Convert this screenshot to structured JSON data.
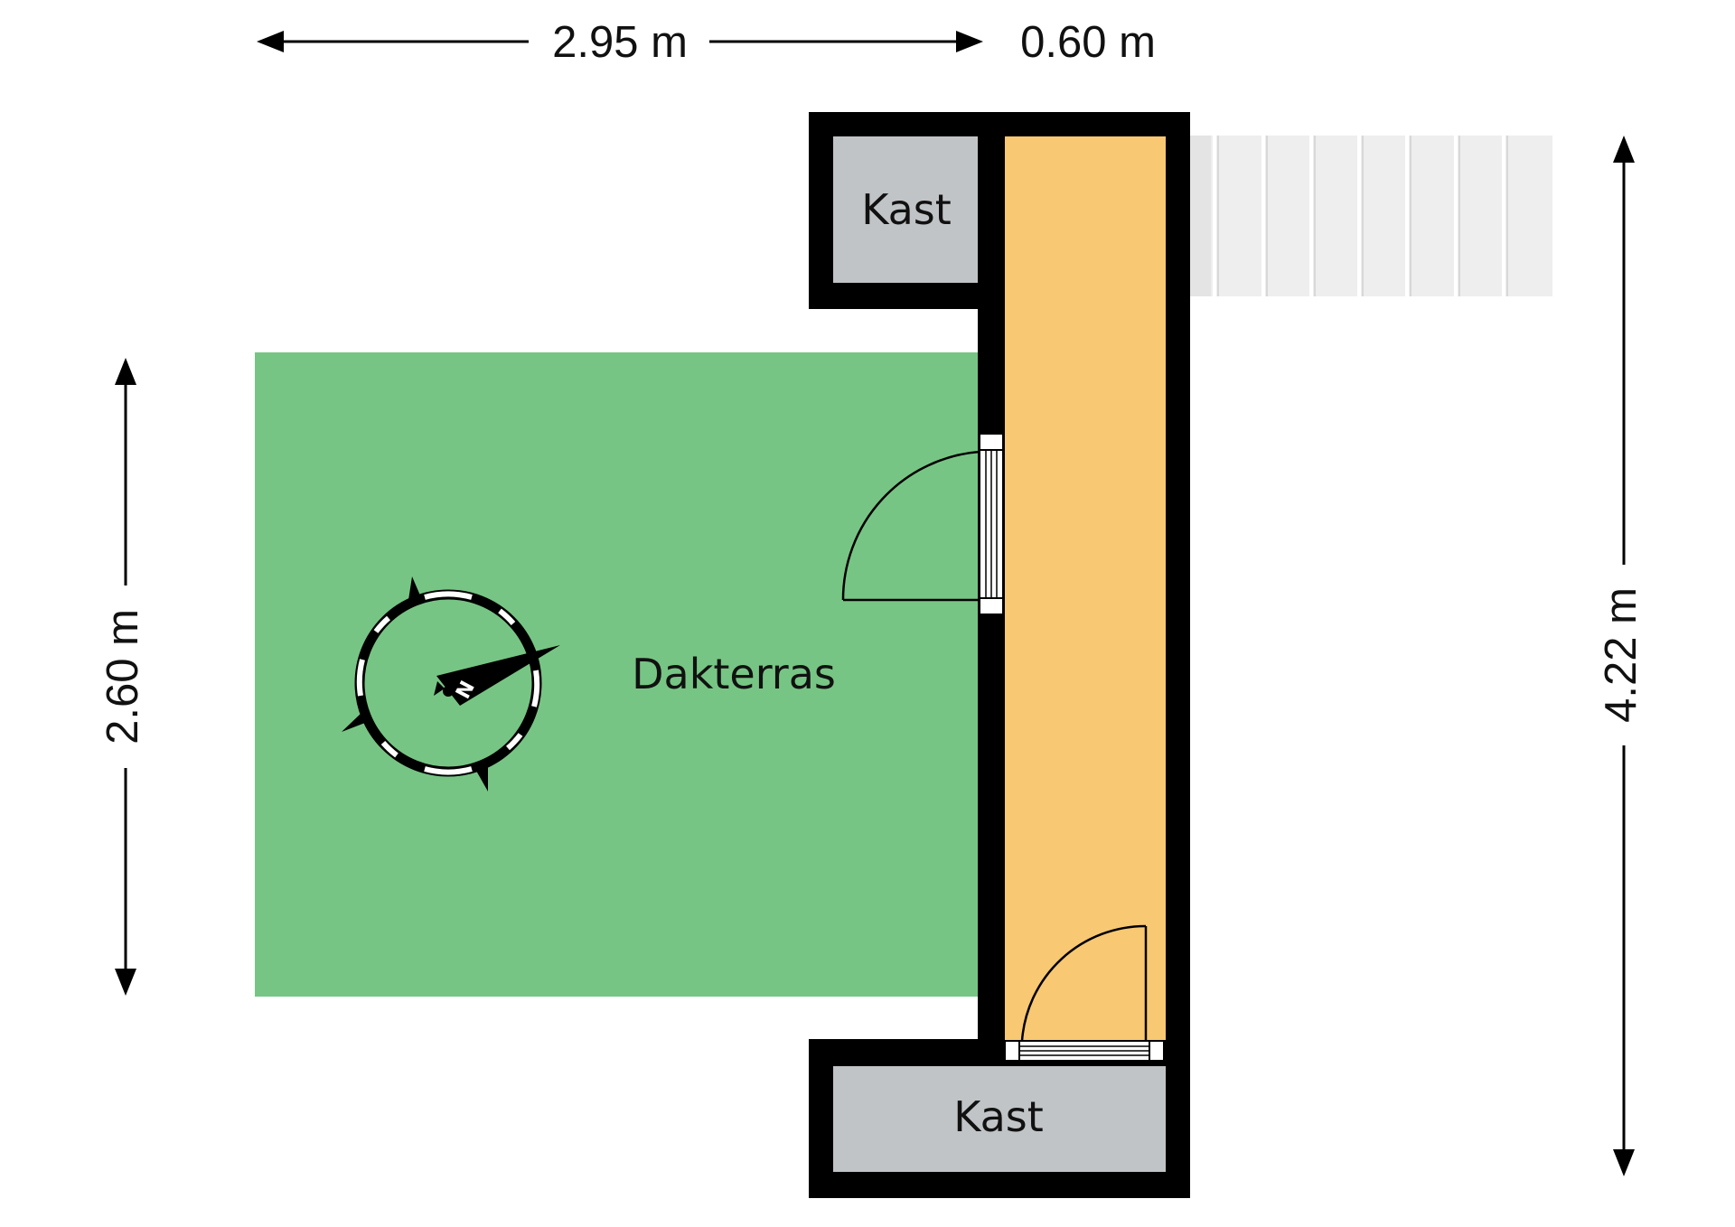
{
  "dimensions": {
    "top_left": "2.95 m",
    "top_right": "0.60 m",
    "left": "2.60 m",
    "right": "4.22 m"
  },
  "rooms": {
    "terrace": "Dakterras",
    "closet_top": "Kast",
    "closet_bottom": "Kast"
  },
  "compass": {
    "letter": "N"
  },
  "colors": {
    "terrace": "#77c584",
    "hallway": "#f8c872",
    "closet": "#c1c4c6",
    "wall": "#000000",
    "stairs": "#ebebeb"
  }
}
